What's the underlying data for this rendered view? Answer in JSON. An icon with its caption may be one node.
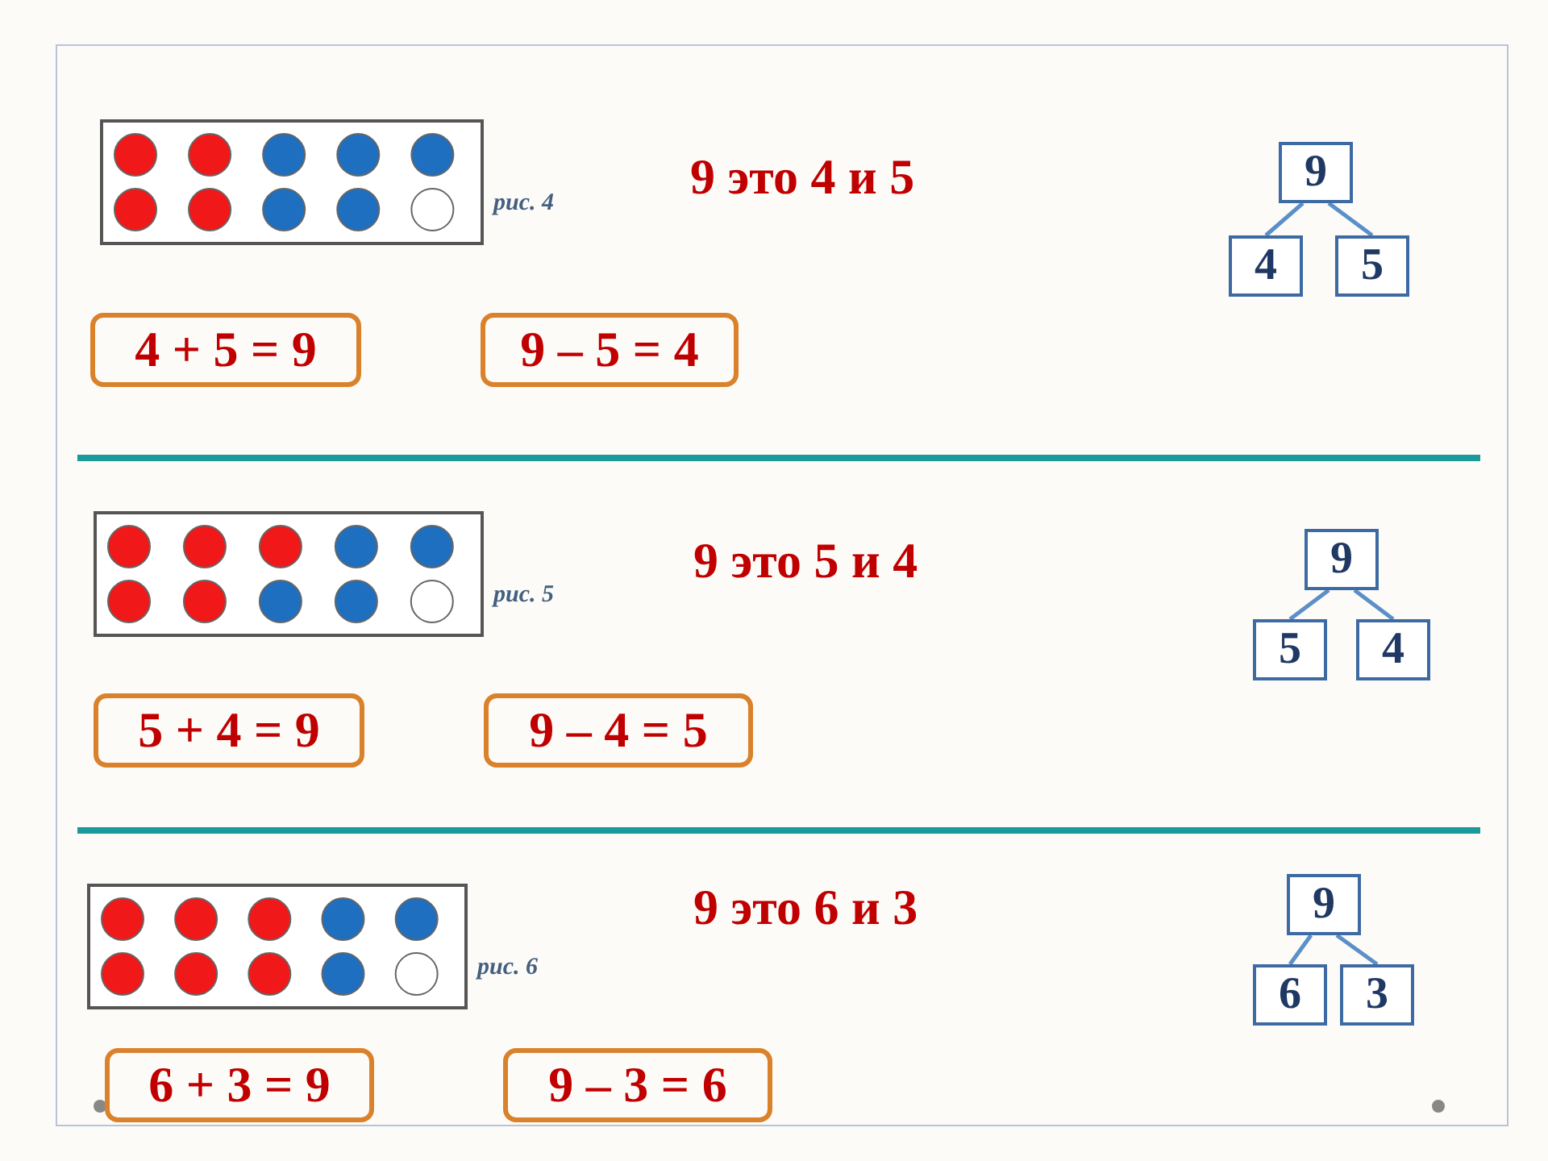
{
  "diagram": {
    "nodes": [
      {
        "text": [],
        "shape": "box",
        "beside": [
          "рис. 4"
        ]
      },
      {
        "text": [
          "9"
        ]
      },
      {
        "text": [
          "4"
        ]
      },
      {
        "text": [
          "5"
        ]
      },
      {
        "text": [
          "4 + 5 = 9"
        ]
      },
      {
        "text": [
          "9 – 5 = 4"
        ]
      },
      {
        "text": [],
        "shape": "box",
        "beside": [
          "рис. 5"
        ]
      },
      {
        "text": [
          "9"
        ]
      },
      {
        "text": [
          "5"
        ]
      },
      {
        "text": [
          "4"
        ]
      },
      {
        "text": [
          "5 + 4 = 9"
        ]
      },
      {
        "text": [
          "9 – 4 = 5"
        ]
      },
      {
        "text": [],
        "shape": "box",
        "beside": [
          "рис. 6"
        ]
      },
      {
        "text": [
          "9"
        ]
      },
      {
        "text": [
          "6"
        ]
      },
      {
        "text": [
          "3"
        ]
      },
      {
        "text": [
          "6 + 3 = 9"
        ]
      },
      {
        "text": [
          "9 – 3 = 6"
        ]
      }
    ],
    "edges": [
      {
        "from": 1,
        "to": 2,
        "arrow": "none"
      },
      {
        "from": 1,
        "to": 3,
        "arrow": "none"
      },
      {
        "from": 7,
        "to": 8,
        "arrow": "none"
      },
      {
        "from": 7,
        "to": 9,
        "arrow": "none"
      },
      {
        "from": 13,
        "to": 14,
        "arrow": "none"
      },
      {
        "from": 13,
        "to": 15,
        "arrow": "none"
      }
    ],
    "labels": [
      "9 это 4 и 5",
      "9 это 5 и 4",
      "9 это 6 и 3"
    ]
  }
}
